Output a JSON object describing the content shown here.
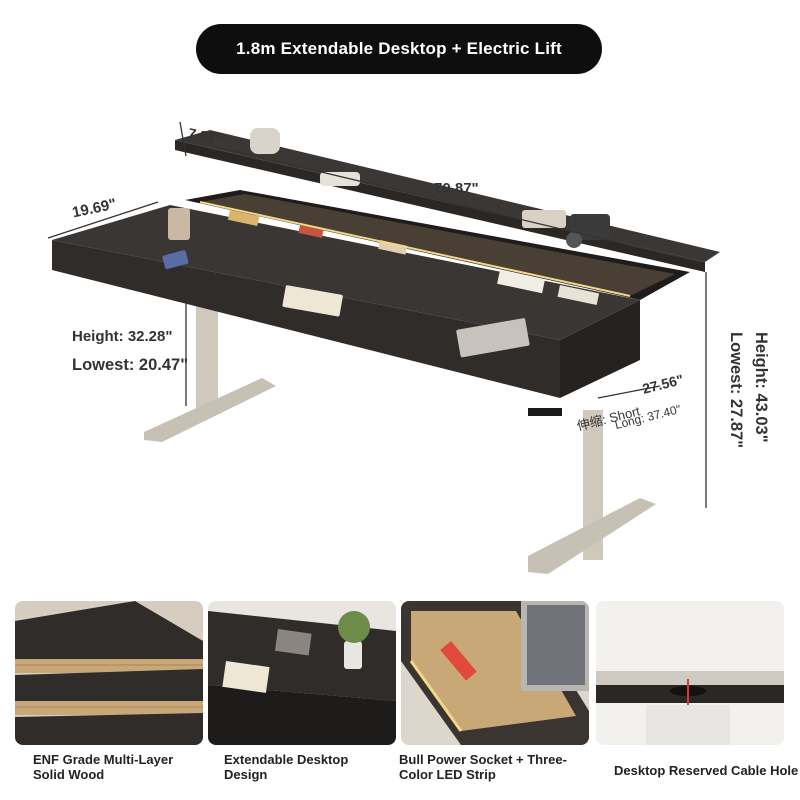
{
  "title": "1.8m Extendable Desktop + Electric Lift",
  "colors": {
    "pill": "#0e0e0e",
    "desk_top": "#2f2c2a",
    "frame": "#cfc8bd",
    "dimension_line": "#333333"
  },
  "dimensions": {
    "depth": "19.69\"",
    "width": "70.87\"",
    "shelf_height": "7.88\"",
    "lift_height": "Height: 32.28\"",
    "lift_lowest": "Lowest: 20.47\"",
    "total_height": "Height: 43.03\"",
    "total_lowest": "Lowest: 27.87\"",
    "retract_label": "伸缩: Short",
    "retract_short": "27.56\"",
    "retract_long": "Long: 37.40\""
  },
  "features": [
    {
      "caption": "ENF Grade Multi-Layer Solid Wood",
      "icon": "plywood-layers"
    },
    {
      "caption": "Extendable Desktop Design",
      "icon": "extended-desk"
    },
    {
      "caption": "Bull Power Socket + Three-Color LED Strip",
      "icon": "power-socket-led"
    },
    {
      "caption": "Desktop Reserved Cable Hole",
      "icon": "cable-hole"
    }
  ]
}
